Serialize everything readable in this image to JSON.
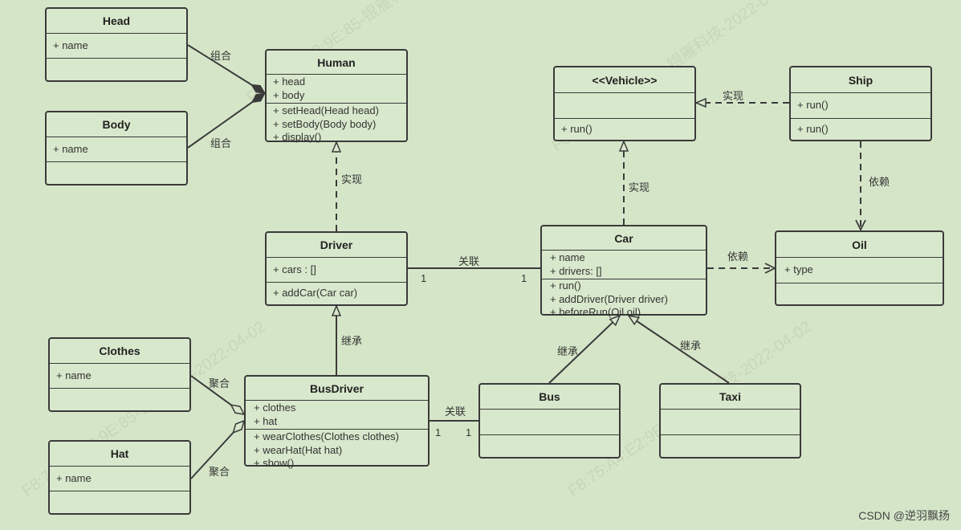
{
  "classes": {
    "head": {
      "title": "Head",
      "attrs": [
        "+ name"
      ],
      "methods": []
    },
    "body": {
      "title": "Body",
      "attrs": [
        "+ name"
      ],
      "methods": []
    },
    "human": {
      "title": "Human",
      "attrs": [
        "+ head",
        "+ body"
      ],
      "methods": [
        "+ setHead(Head head)",
        "+ setBody(Body body)",
        "+ display()"
      ]
    },
    "driver": {
      "title": "Driver",
      "attrs": [
        "+ cars : []"
      ],
      "methods": [
        "+ addCar(Car car)"
      ]
    },
    "busdriver": {
      "title": "BusDriver",
      "attrs": [
        "+ clothes",
        "+ hat"
      ],
      "methods": [
        "+ wearClothes(Clothes clothes)",
        "+ wearHat(Hat hat)",
        "+ show()"
      ]
    },
    "clothes": {
      "title": "Clothes",
      "attrs": [
        "+ name"
      ],
      "methods": []
    },
    "hat": {
      "title": "Hat",
      "attrs": [
        "+ name"
      ],
      "methods": []
    },
    "vehicle": {
      "title": "<<Vehicle>>",
      "attrs": [],
      "methods": [
        "+ run()"
      ]
    },
    "ship": {
      "title": "Ship",
      "attrs": [
        "+ run()"
      ],
      "methods": [
        "+ run()"
      ]
    },
    "car": {
      "title": "Car",
      "attrs": [
        "+ name",
        "+ drivers: []"
      ],
      "methods": [
        "+ run()",
        "+ addDriver(Driver driver)",
        "+ beforeRun(Oil oil)"
      ]
    },
    "oil": {
      "title": "Oil",
      "attrs": [
        "+ type"
      ],
      "methods": []
    },
    "bus": {
      "title": "Bus",
      "attrs": [],
      "methods": []
    },
    "taxi": {
      "title": "Taxi",
      "attrs": [],
      "methods": []
    }
  },
  "relations": {
    "head_human": "组合",
    "body_human": "组合",
    "driver_human": "实现",
    "busdriver_driver": "继承",
    "clothes_busdriver": "聚合",
    "hat_busdriver": "聚合",
    "driver_car": "关联",
    "driver_car_m1": "1",
    "driver_car_m2": "1",
    "busdriver_bus": "关联",
    "busdriver_bus_m1": "1",
    "busdriver_bus_m2": "1",
    "car_vehicle": "实现",
    "ship_vehicle": "实现",
    "ship_oil": "依赖",
    "car_oil": "依赖",
    "bus_car": "继承",
    "taxi_car": "继承"
  },
  "watermarks": [
    "F8:75:A4:E2:9E:85-银雁科技-2022-04-02"
  ],
  "credit": "CSDN @逆羽飘扬",
  "colors": {
    "background": "#d5e6c8",
    "line": "#3a3a3a"
  }
}
